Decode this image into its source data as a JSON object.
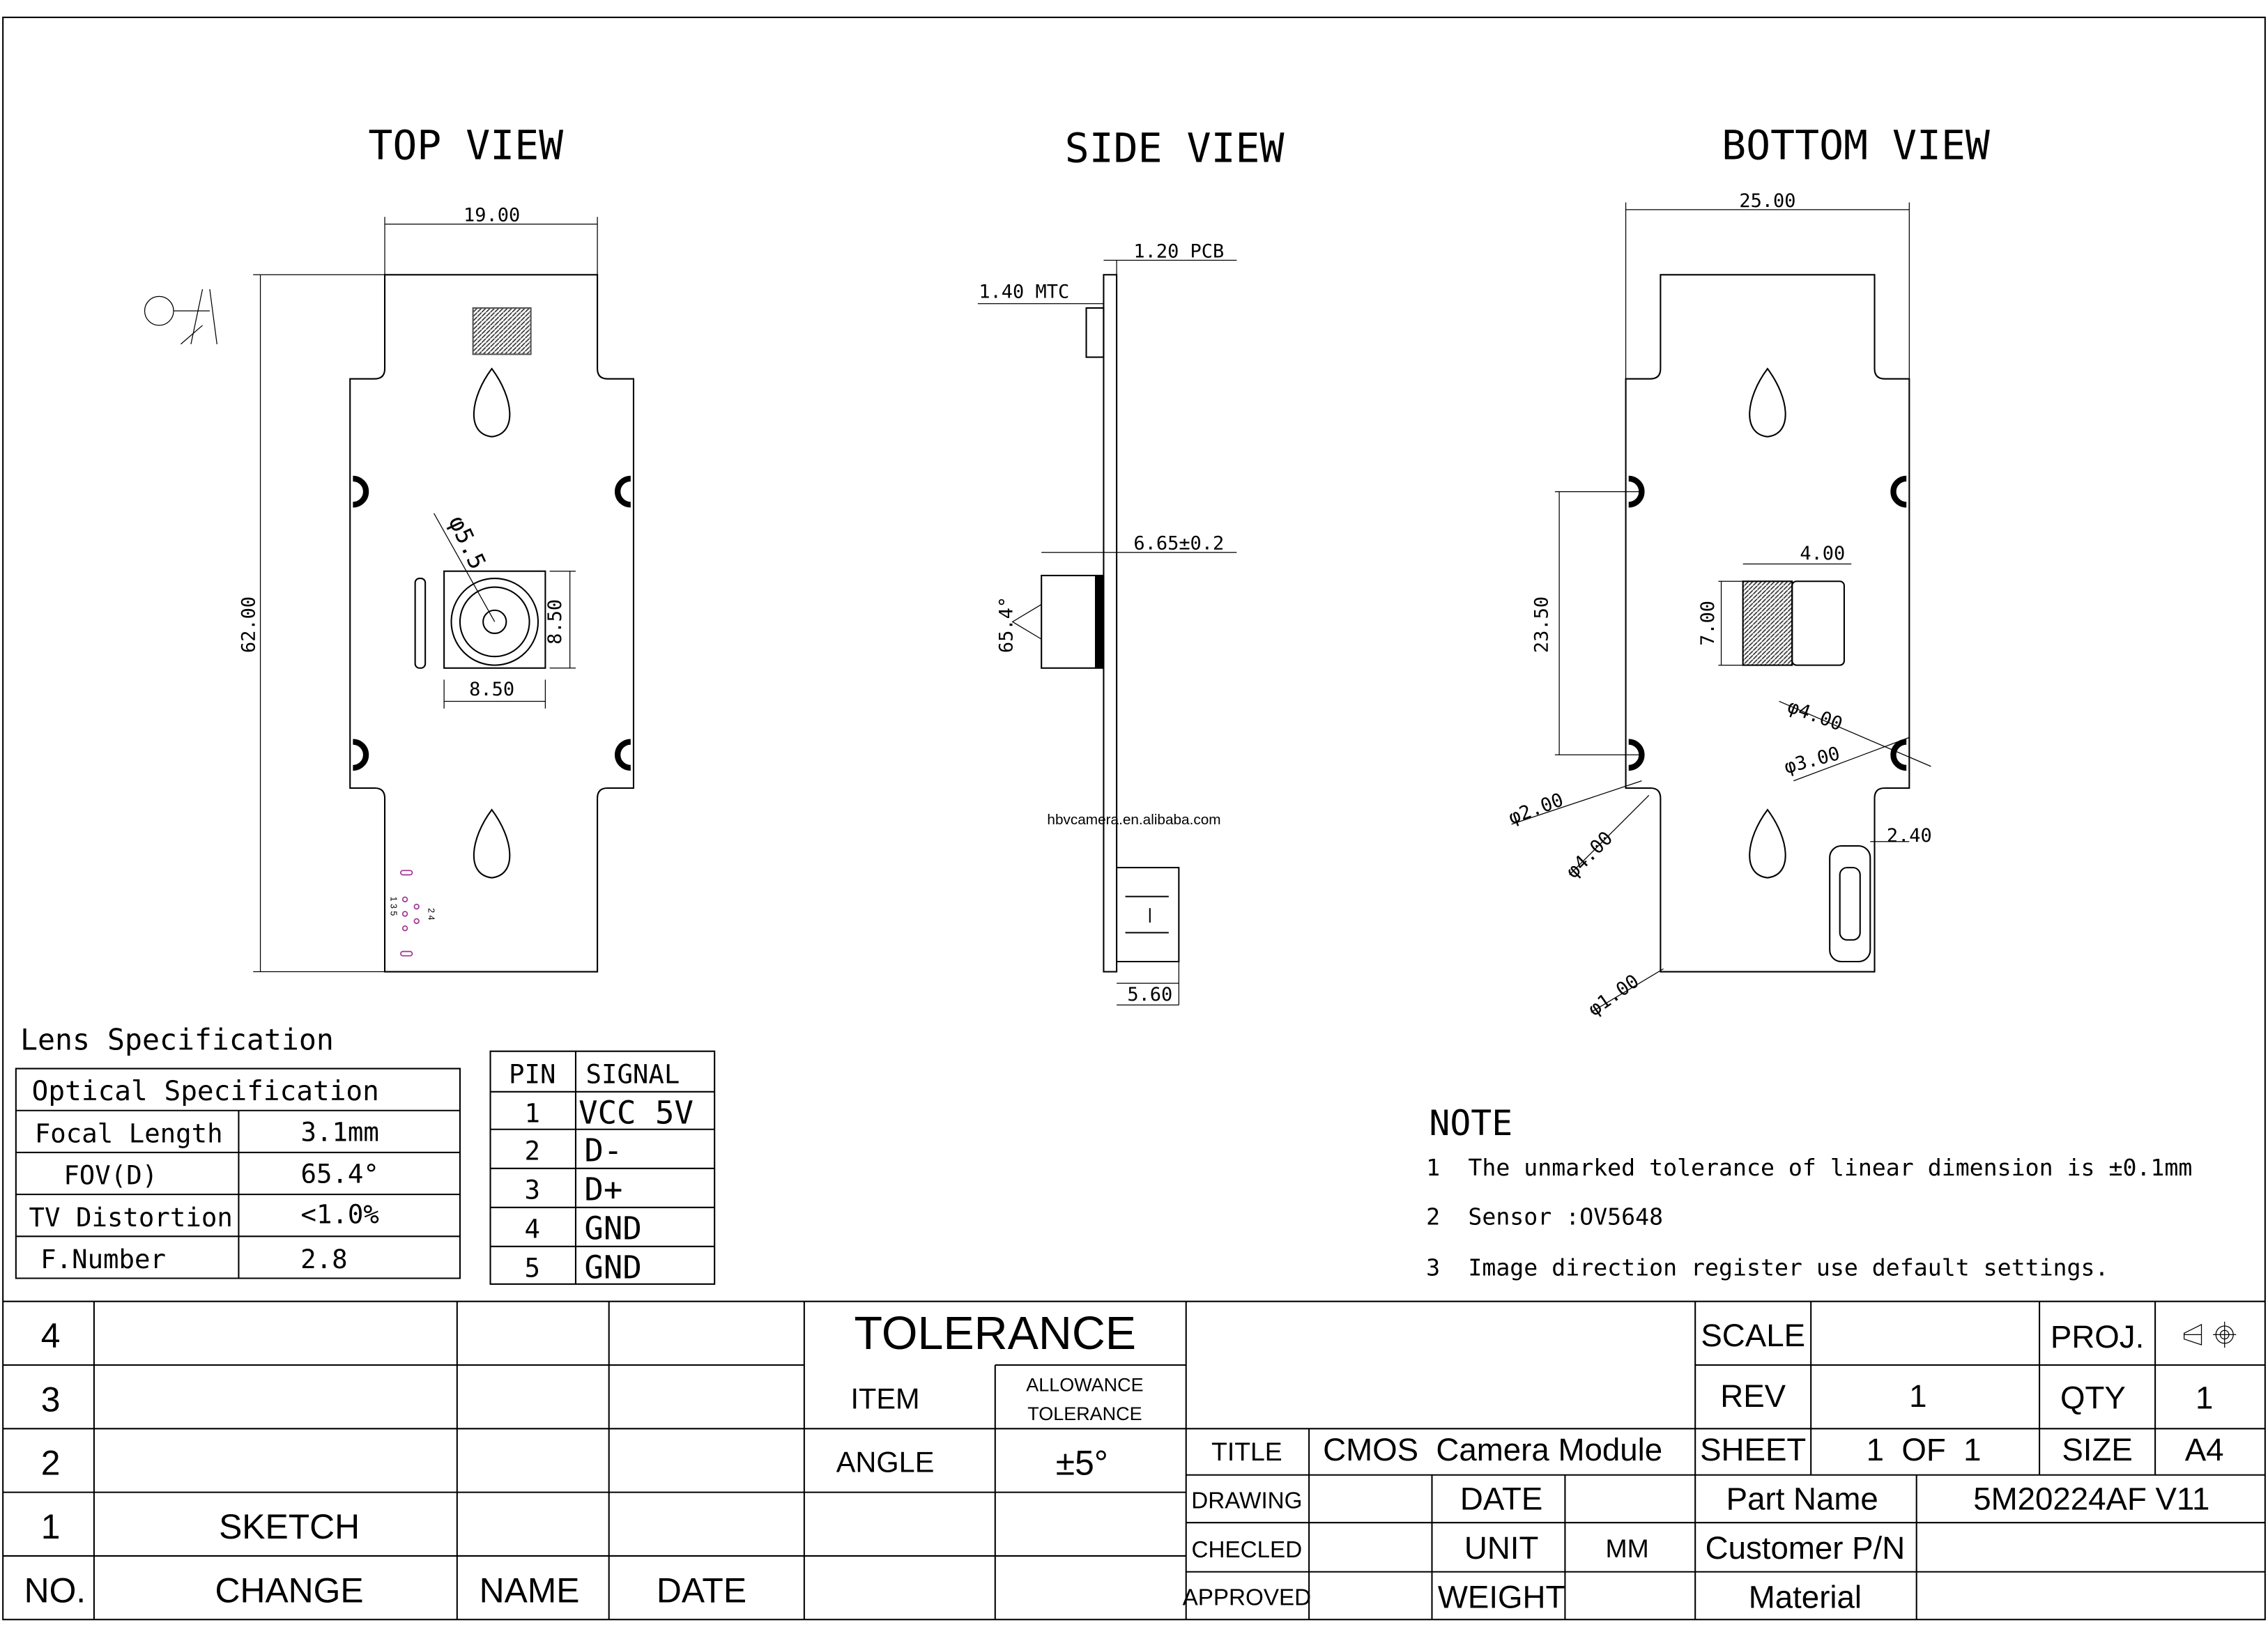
{
  "views": {
    "top": {
      "title": "TOP VIEW",
      "dims": {
        "width": "19.00",
        "height": "62.00",
        "lens_w": "8.50",
        "lens_h": "8.50",
        "lens_dia": "φ5.5"
      },
      "pin_labels": [
        "2 4",
        "1 3 5"
      ]
    },
    "side": {
      "title": "SIDE VIEW",
      "dims": {
        "pcb": "1.20 PCB",
        "mtc": "1.40 MTC",
        "height": "6.65±0.2",
        "fov": "65.4°",
        "connector": "5.60"
      }
    },
    "bottom": {
      "title": "BOTTOM VIEW",
      "dims": {
        "width": "25.00",
        "spacing": "23.50",
        "conn_w": "4.00",
        "conn_h": "7.00",
        "d4a": "φ4.00",
        "d3": "φ3.00",
        "d2": "φ2.00",
        "d4b": "φ4.00",
        "d1": "φ1.00",
        "usb": "2.40"
      }
    }
  },
  "watermark": "hbvcamera.en.alibaba.com",
  "lens_spec": {
    "heading": "Lens Specification",
    "table_title": "Optical Specification",
    "rows": [
      {
        "label": "Focal Length",
        "value": "3.1mm"
      },
      {
        "label": "FOV(D)",
        "value": "65.4°"
      },
      {
        "label": "TV Distortion",
        "value": "<1.0%"
      },
      {
        "label": "F.Number",
        "value": "2.8"
      }
    ]
  },
  "pin_table": {
    "headers": [
      "PIN",
      "SIGNAL"
    ],
    "rows": [
      {
        "pin": "1",
        "signal": "VCC 5V"
      },
      {
        "pin": "2",
        "signal": "D-"
      },
      {
        "pin": "3",
        "signal": "D+"
      },
      {
        "pin": "4",
        "signal": "GND"
      },
      {
        "pin": "5",
        "signal": "GND"
      }
    ]
  },
  "notes": {
    "heading": "NOTE",
    "items": [
      {
        "num": "1",
        "text": "The unmarked tolerance of linear dimension is ±0.1mm"
      },
      {
        "num": "2",
        "text": "Sensor :OV5648"
      },
      {
        "num": "3",
        "text": "Image direction register use default settings."
      }
    ]
  },
  "revision_table": {
    "rows": [
      {
        "no": "4",
        "change": ""
      },
      {
        "no": "3",
        "change": ""
      },
      {
        "no": "2",
        "change": ""
      },
      {
        "no": "1",
        "change": "SKETCH"
      }
    ],
    "headers": {
      "no": "NO.",
      "change": "CHANGE",
      "name": "NAME",
      "date": "DATE"
    }
  },
  "tolerance": {
    "title": "TOLERANCE",
    "item_label": "ITEM",
    "allowance_label_1": "ALLOWANCE",
    "allowance_label_2": "TOLERANCE",
    "angle_label": "ANGLE",
    "angle_value": "±5°"
  },
  "title_block": {
    "scale_label": "SCALE",
    "scale_value": "",
    "proj_label": "PROJ.",
    "rev_label": "REV",
    "rev_value": "1",
    "qty_label": "QTY",
    "qty_value": "1",
    "title_label": "TITLE",
    "title_value": "CMOS  Camera Module",
    "sheet_label": "SHEET",
    "sheet_value": "1  OF  1",
    "size_label": "SIZE",
    "size_value": "A4",
    "drawing_label": "DRAWING",
    "date_label": "DATE",
    "part_name_label": "Part Name",
    "part_name_value": "5M20224AF V11",
    "checked_label": "CHECLED",
    "unit_label": "UNIT",
    "unit_value": "MM",
    "customer_pn_label": "Customer P/N",
    "approved_label": "APPROVED",
    "weight_label": "WEIGHT",
    "material_label": "Material"
  }
}
